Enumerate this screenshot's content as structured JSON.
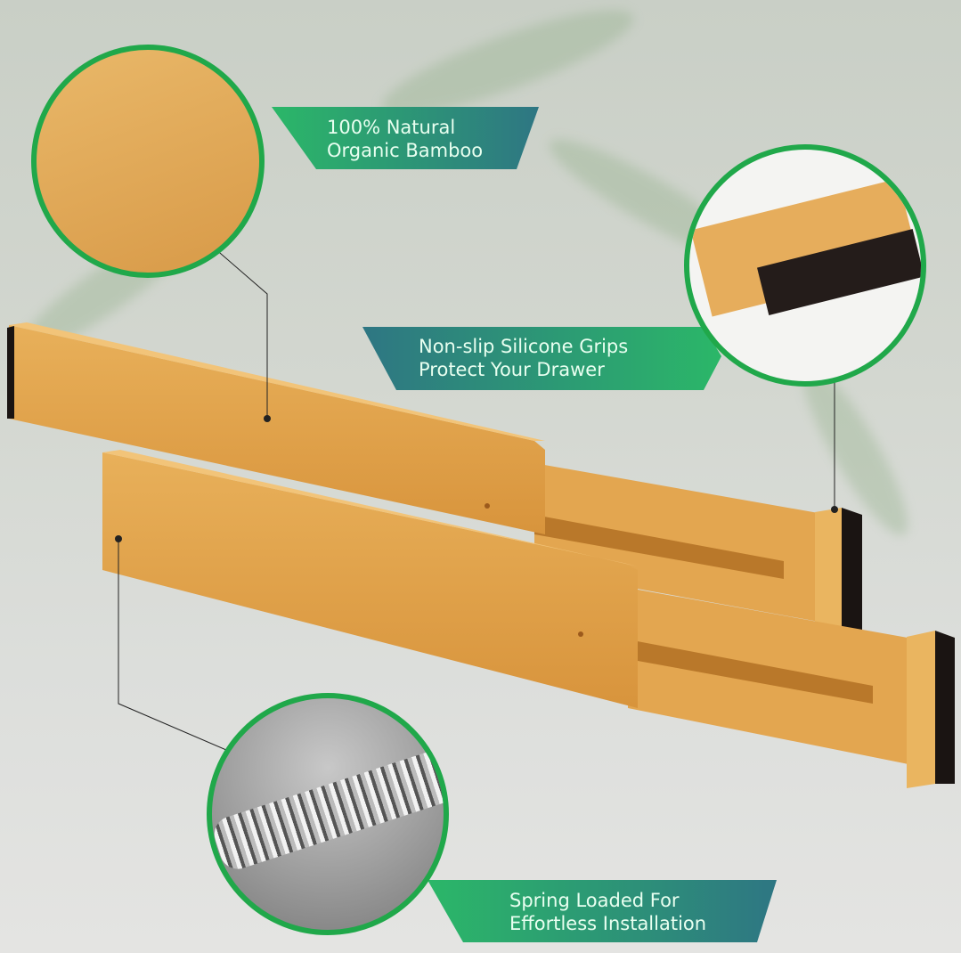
{
  "callouts": [
    {
      "line1": "100% Natural",
      "line2": "Organic Bamboo"
    },
    {
      "line1": "Non-slip Silicone Grips",
      "line2": "Protect Your Drawer"
    },
    {
      "line1": "Spring Loaded For",
      "line2": "Effortless Installation"
    }
  ],
  "colors": {
    "accent_green": "#20a84a",
    "teal": "#2e7683",
    "bamboo": "#e0a04a"
  }
}
